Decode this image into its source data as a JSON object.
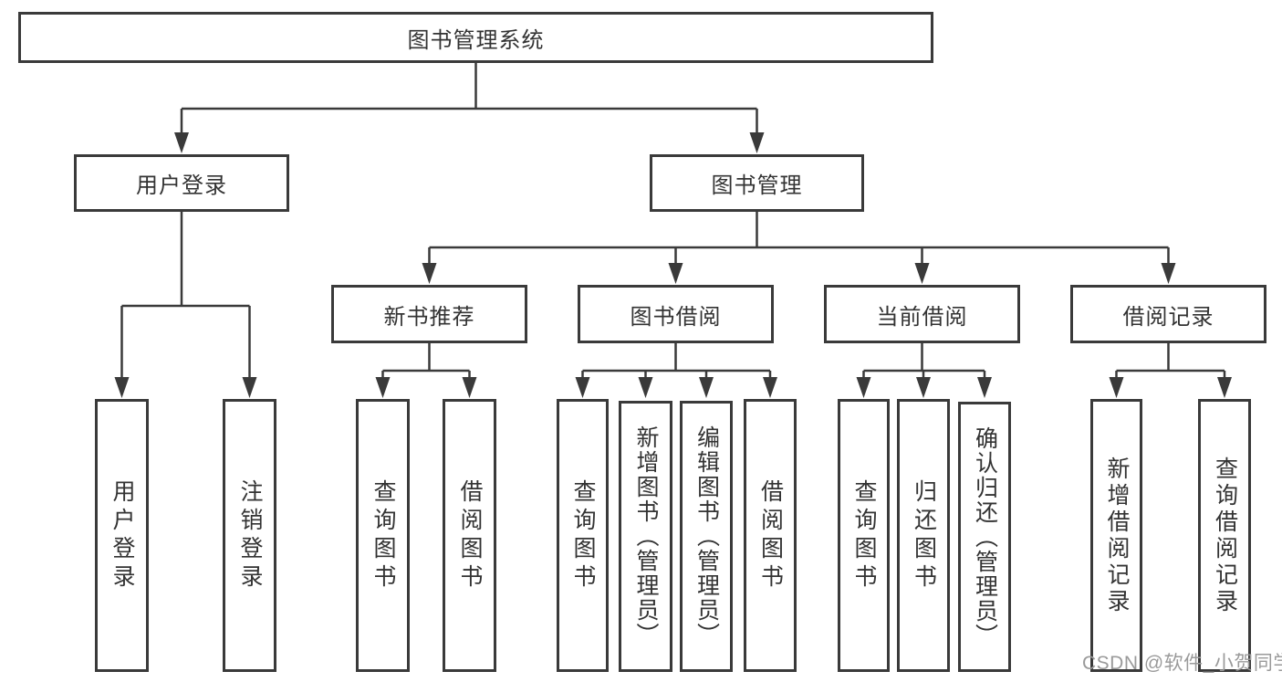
{
  "tree": {
    "root": {
      "label": "图书管理系统"
    },
    "branches": [
      {
        "label": "用户登录",
        "children": [
          {
            "label": "用户登录"
          },
          {
            "label": "注销登录"
          }
        ]
      },
      {
        "label": "图书管理",
        "groups": [
          {
            "label": "新书推荐",
            "children": [
              {
                "label": "查询图书"
              },
              {
                "label": "借阅图书"
              }
            ]
          },
          {
            "label": "图书借阅",
            "children": [
              {
                "label": "查询图书"
              },
              {
                "label": "新增图书（管理员）"
              },
              {
                "label": "编辑图书（管理员）"
              },
              {
                "label": "借阅图书"
              }
            ]
          },
          {
            "label": "当前借阅",
            "children": [
              {
                "label": "查询图书"
              },
              {
                "label": "归还图书"
              },
              {
                "label": "确认归还（管理员）"
              }
            ]
          },
          {
            "label": "借阅记录",
            "children": [
              {
                "label": "新增借阅记录"
              },
              {
                "label": "查询借阅记录"
              }
            ]
          }
        ]
      }
    ]
  },
  "watermark": {
    "text": "CSDN @软件_小贺同学"
  },
  "colors": {
    "line": "#3a3a3a",
    "box_border": "#3a3a3a",
    "text": "#333333",
    "watermark_text": "#9a9a9a",
    "background": "#ffffff"
  }
}
